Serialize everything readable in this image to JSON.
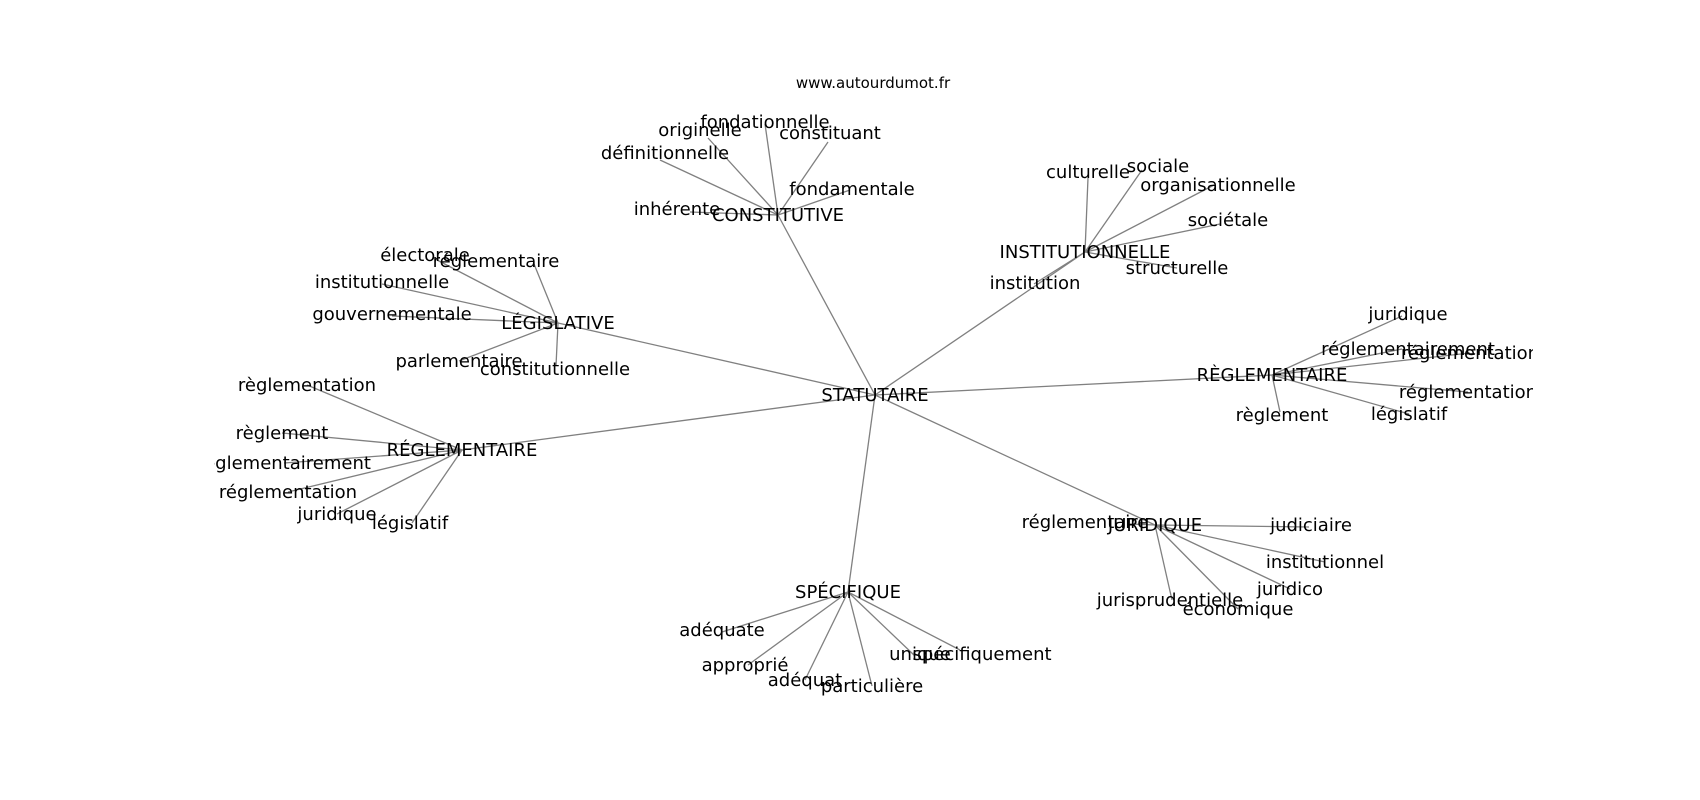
{
  "watermark": "www.autourdumot.fr",
  "diagram": {
    "center": "STATUTAIRE",
    "hubs": [
      {
        "id": "constitutive",
        "label": "CONSTITUTIVE",
        "leaves": [
          "fondationnelle",
          "originelle",
          "constituant",
          "définitionnelle",
          "fondamentale",
          "inhérente"
        ]
      },
      {
        "id": "institutionnelle",
        "label": "INSTITUTIONNELLE",
        "leaves": [
          "culturelle",
          "sociale",
          "organisationnelle",
          "sociétale",
          "structurelle",
          "institution"
        ]
      },
      {
        "id": "legislative",
        "label": "LÉGISLATIVE",
        "leaves": [
          "électorale",
          "réglementaire",
          "institutionnelle",
          "gouvernementale",
          "parlementaire",
          "constitutionnelle"
        ]
      },
      {
        "id": "reglementaire-grave",
        "label": "RÈGLEMENTAIRE",
        "leaves": [
          "juridique",
          "réglementairement",
          "réglementation",
          "réglementation",
          "législatif",
          "règlement"
        ]
      },
      {
        "id": "reglementaire-aigu",
        "label": "RÉGLEMENTAIRE",
        "leaves": [
          "règlementation",
          "règlement",
          "réglementairement",
          "réglementation",
          "juridique",
          "législatif"
        ]
      },
      {
        "id": "juridique",
        "label": "JURIDIQUE",
        "leaves": [
          "réglementaire",
          "judiciaire",
          "institutionnel",
          "juridico",
          "jurisprudentielle",
          "économique"
        ]
      },
      {
        "id": "specifique",
        "label": "SPÉCIFIQUE",
        "leaves": [
          "adéquate",
          "approprié",
          "adéquat",
          "particulière",
          "unique",
          "spécifiquement"
        ]
      }
    ]
  }
}
